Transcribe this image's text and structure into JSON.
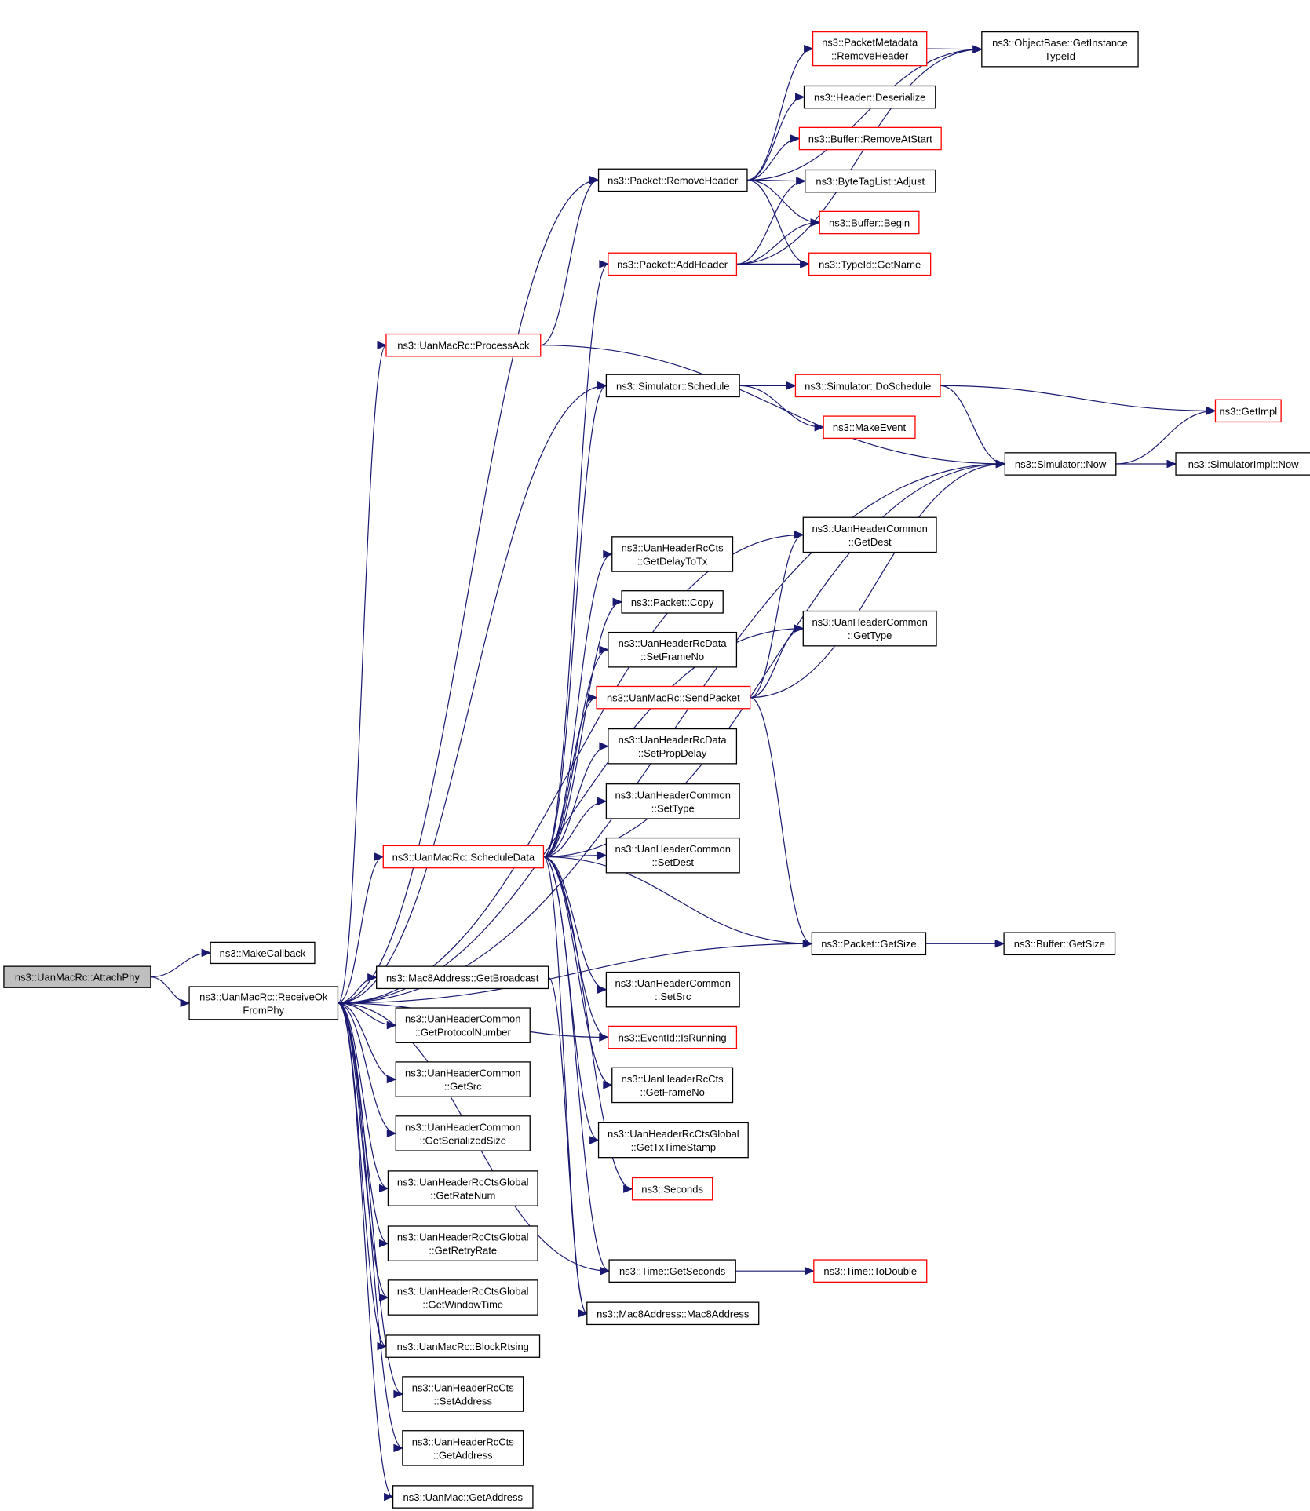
{
  "diagram": {
    "type": "call-graph",
    "nodes": [
      {
        "id": "attachphy",
        "lines": [
          "ns3::UanMacRc::AttachPhy"
        ],
        "style": "root"
      },
      {
        "id": "makecallback",
        "lines": [
          "ns3::MakeCallback"
        ],
        "style": "normal"
      },
      {
        "id": "receiveok",
        "lines": [
          "ns3::UanMacRc::ReceiveOk",
          "FromPhy"
        ],
        "style": "normal"
      },
      {
        "id": "removeheader_meta",
        "lines": [
          "ns3::PacketMetadata",
          "::RemoveHeader"
        ],
        "style": "red"
      },
      {
        "id": "getinstancetypeid",
        "lines": [
          "ns3::ObjectBase::GetInstance",
          "TypeId"
        ],
        "style": "normal"
      },
      {
        "id": "deserialize",
        "lines": [
          "ns3::Header::Deserialize"
        ],
        "style": "normal"
      },
      {
        "id": "removeatstart",
        "lines": [
          "ns3::Buffer::RemoveAtStart"
        ],
        "style": "red"
      },
      {
        "id": "packet_removeheader",
        "lines": [
          "ns3::Packet::RemoveHeader"
        ],
        "style": "normal"
      },
      {
        "id": "bytetaglist_adjust",
        "lines": [
          "ns3::ByteTagList::Adjust"
        ],
        "style": "normal"
      },
      {
        "id": "buffer_begin",
        "lines": [
          "ns3::Buffer::Begin"
        ],
        "style": "red"
      },
      {
        "id": "packet_addheader",
        "lines": [
          "ns3::Packet::AddHeader"
        ],
        "style": "red"
      },
      {
        "id": "typeid_getname",
        "lines": [
          "ns3::TypeId::GetName"
        ],
        "style": "red"
      },
      {
        "id": "processack",
        "lines": [
          "ns3::UanMacRc::ProcessAck"
        ],
        "style": "red"
      },
      {
        "id": "sim_schedule",
        "lines": [
          "ns3::Simulator::Schedule"
        ],
        "style": "normal"
      },
      {
        "id": "sim_doschedule",
        "lines": [
          "ns3::Simulator::DoSchedule"
        ],
        "style": "red"
      },
      {
        "id": "getimpl",
        "lines": [
          "ns3::GetImpl"
        ],
        "style": "red"
      },
      {
        "id": "makeevent",
        "lines": [
          "ns3::MakeEvent"
        ],
        "style": "red"
      },
      {
        "id": "sim_now",
        "lines": [
          "ns3::Simulator::Now"
        ],
        "style": "normal"
      },
      {
        "id": "simimpl_now",
        "lines": [
          "ns3::SimulatorImpl::Now"
        ],
        "style": "normal"
      },
      {
        "id": "uhc_getdest",
        "lines": [
          "ns3::UanHeaderCommon",
          "::GetDest"
        ],
        "style": "normal"
      },
      {
        "id": "uhrcts_getdelaytotx",
        "lines": [
          "ns3::UanHeaderRcCts",
          "::GetDelayToTx"
        ],
        "style": "normal"
      },
      {
        "id": "packet_copy",
        "lines": [
          "ns3::Packet::Copy"
        ],
        "style": "normal"
      },
      {
        "id": "uhc_gettype",
        "lines": [
          "ns3::UanHeaderCommon",
          "::GetType"
        ],
        "style": "normal"
      },
      {
        "id": "uhrd_setframeno",
        "lines": [
          "ns3::UanHeaderRcData",
          "::SetFrameNo"
        ],
        "style": "normal"
      },
      {
        "id": "sendpacket",
        "lines": [
          "ns3::UanMacRc::SendPacket"
        ],
        "style": "red"
      },
      {
        "id": "uhrd_setpropdelay",
        "lines": [
          "ns3::UanHeaderRcData",
          "::SetPropDelay"
        ],
        "style": "normal"
      },
      {
        "id": "uhc_settype",
        "lines": [
          "ns3::UanHeaderCommon",
          "::SetType"
        ],
        "style": "normal"
      },
      {
        "id": "scheduledata",
        "lines": [
          "ns3::UanMacRc::ScheduleData"
        ],
        "style": "red"
      },
      {
        "id": "uhc_setdest",
        "lines": [
          "ns3::UanHeaderCommon",
          "::SetDest"
        ],
        "style": "normal"
      },
      {
        "id": "packet_getsize",
        "lines": [
          "ns3::Packet::GetSize"
        ],
        "style": "normal"
      },
      {
        "id": "buffer_getsize",
        "lines": [
          "ns3::Buffer::GetSize"
        ],
        "style": "normal"
      },
      {
        "id": "mac8_getbroadcast",
        "lines": [
          "ns3::Mac8Address::GetBroadcast"
        ],
        "style": "normal"
      },
      {
        "id": "uhc_setsrc",
        "lines": [
          "ns3::UanHeaderCommon",
          "::SetSrc"
        ],
        "style": "normal"
      },
      {
        "id": "uhc_getprotocolnumber",
        "lines": [
          "ns3::UanHeaderCommon",
          "::GetProtocolNumber"
        ],
        "style": "normal"
      },
      {
        "id": "eventid_isrunning",
        "lines": [
          "ns3::EventId::IsRunning"
        ],
        "style": "red"
      },
      {
        "id": "uhc_getsrc",
        "lines": [
          "ns3::UanHeaderCommon",
          "::GetSrc"
        ],
        "style": "normal"
      },
      {
        "id": "uhrcts_getframeno",
        "lines": [
          "ns3::UanHeaderRcCts",
          "::GetFrameNo"
        ],
        "style": "normal"
      },
      {
        "id": "uhc_getserializedsize",
        "lines": [
          "ns3::UanHeaderCommon",
          "::GetSerializedSize"
        ],
        "style": "normal"
      },
      {
        "id": "uhrctsg_gettxtimestamp",
        "lines": [
          "ns3::UanHeaderRcCtsGlobal",
          "::GetTxTimeStamp"
        ],
        "style": "normal"
      },
      {
        "id": "uhrctsg_getratenum",
        "lines": [
          "ns3::UanHeaderRcCtsGlobal",
          "::GetRateNum"
        ],
        "style": "normal"
      },
      {
        "id": "seconds",
        "lines": [
          "ns3::Seconds"
        ],
        "style": "red"
      },
      {
        "id": "uhrctsg_getretryrate",
        "lines": [
          "ns3::UanHeaderRcCtsGlobal",
          "::GetRetryRate"
        ],
        "style": "normal"
      },
      {
        "id": "time_getseconds",
        "lines": [
          "ns3::Time::GetSeconds"
        ],
        "style": "normal"
      },
      {
        "id": "time_todouble",
        "lines": [
          "ns3::Time::ToDouble"
        ],
        "style": "red"
      },
      {
        "id": "uhrctsg_getwindowtime",
        "lines": [
          "ns3::UanHeaderRcCtsGlobal",
          "::GetWindowTime"
        ],
        "style": "normal"
      },
      {
        "id": "mac8_mac8address",
        "lines": [
          "ns3::Mac8Address::Mac8Address"
        ],
        "style": "normal"
      },
      {
        "id": "blockrtsing",
        "lines": [
          "ns3::UanMacRc::BlockRtsing"
        ],
        "style": "normal"
      },
      {
        "id": "uhrcts_setaddress",
        "lines": [
          "ns3::UanHeaderRcCts",
          "::SetAddress"
        ],
        "style": "normal"
      },
      {
        "id": "uhrcts_getaddress",
        "lines": [
          "ns3::UanHeaderRcCts",
          "::GetAddress"
        ],
        "style": "normal"
      },
      {
        "id": "uanmac_getaddress",
        "lines": [
          "ns3::UanMac::GetAddress"
        ],
        "style": "normal"
      }
    ],
    "edges": [
      [
        "attachphy",
        "makecallback"
      ],
      [
        "attachphy",
        "receiveok"
      ],
      [
        "receiveok",
        "processack"
      ],
      [
        "receiveok",
        "packet_removeheader"
      ],
      [
        "receiveok",
        "sim_schedule"
      ],
      [
        "receiveok",
        "sim_now"
      ],
      [
        "receiveok",
        "uhc_getdest"
      ],
      [
        "receiveok",
        "uhc_gettype"
      ],
      [
        "receiveok",
        "scheduledata"
      ],
      [
        "receiveok",
        "mac8_getbroadcast"
      ],
      [
        "receiveok",
        "uhc_getprotocolnumber"
      ],
      [
        "receiveok",
        "uhc_getsrc"
      ],
      [
        "receiveok",
        "uhc_getserializedsize"
      ],
      [
        "receiveok",
        "uhrctsg_getratenum"
      ],
      [
        "receiveok",
        "uhrctsg_getretryrate"
      ],
      [
        "receiveok",
        "uhrctsg_getwindowtime"
      ],
      [
        "receiveok",
        "blockrtsing"
      ],
      [
        "receiveok",
        "uhrcts_setaddress"
      ],
      [
        "receiveok",
        "uhrcts_getaddress"
      ],
      [
        "receiveok",
        "uanmac_getaddress"
      ],
      [
        "receiveok",
        "packet_getsize"
      ],
      [
        "receiveok",
        "time_getseconds"
      ],
      [
        "receiveok",
        "eventid_isrunning"
      ],
      [
        "packet_removeheader",
        "removeheader_meta"
      ],
      [
        "packet_removeheader",
        "getinstancetypeid"
      ],
      [
        "packet_removeheader",
        "deserialize"
      ],
      [
        "packet_removeheader",
        "removeatstart"
      ],
      [
        "packet_removeheader",
        "bytetaglist_adjust"
      ],
      [
        "packet_removeheader",
        "buffer_begin"
      ],
      [
        "packet_removeheader",
        "typeid_getname"
      ],
      [
        "removeheader_meta",
        "getinstancetypeid"
      ],
      [
        "packet_addheader",
        "bytetaglist_adjust"
      ],
      [
        "packet_addheader",
        "buffer_begin"
      ],
      [
        "packet_addheader",
        "typeid_getname"
      ],
      [
        "packet_addheader",
        "getinstancetypeid"
      ],
      [
        "processack",
        "packet_removeheader"
      ],
      [
        "processack",
        "sim_now"
      ],
      [
        "sim_schedule",
        "sim_doschedule"
      ],
      [
        "sim_schedule",
        "makeevent"
      ],
      [
        "sim_doschedule",
        "getimpl"
      ],
      [
        "sim_doschedule",
        "sim_now"
      ],
      [
        "sim_now",
        "getimpl"
      ],
      [
        "sim_now",
        "simimpl_now"
      ],
      [
        "sendpacket",
        "uhc_getdest"
      ],
      [
        "sendpacket",
        "uhc_gettype"
      ],
      [
        "sendpacket",
        "sim_now"
      ],
      [
        "sendpacket",
        "packet_getsize"
      ],
      [
        "scheduledata",
        "packet_addheader"
      ],
      [
        "scheduledata",
        "sim_schedule"
      ],
      [
        "scheduledata",
        "uhrcts_getdelaytotx"
      ],
      [
        "scheduledata",
        "packet_copy"
      ],
      [
        "scheduledata",
        "uhrd_setframeno"
      ],
      [
        "scheduledata",
        "sendpacket"
      ],
      [
        "scheduledata",
        "uhrd_setpropdelay"
      ],
      [
        "scheduledata",
        "uhc_settype"
      ],
      [
        "scheduledata",
        "uhc_setdest"
      ],
      [
        "scheduledata",
        "sim_now"
      ],
      [
        "scheduledata",
        "packet_getsize"
      ],
      [
        "scheduledata",
        "uhc_setsrc"
      ],
      [
        "scheduledata",
        "eventid_isrunning"
      ],
      [
        "scheduledata",
        "uhrcts_getframeno"
      ],
      [
        "scheduledata",
        "uhrctsg_gettxtimestamp"
      ],
      [
        "scheduledata",
        "seconds"
      ],
      [
        "scheduledata",
        "time_getseconds"
      ],
      [
        "scheduledata",
        "mac8_mac8address"
      ],
      [
        "mac8_getbroadcast",
        "mac8_mac8address"
      ],
      [
        "packet_getsize",
        "buffer_getsize"
      ],
      [
        "time_getseconds",
        "time_todouble"
      ]
    ]
  }
}
